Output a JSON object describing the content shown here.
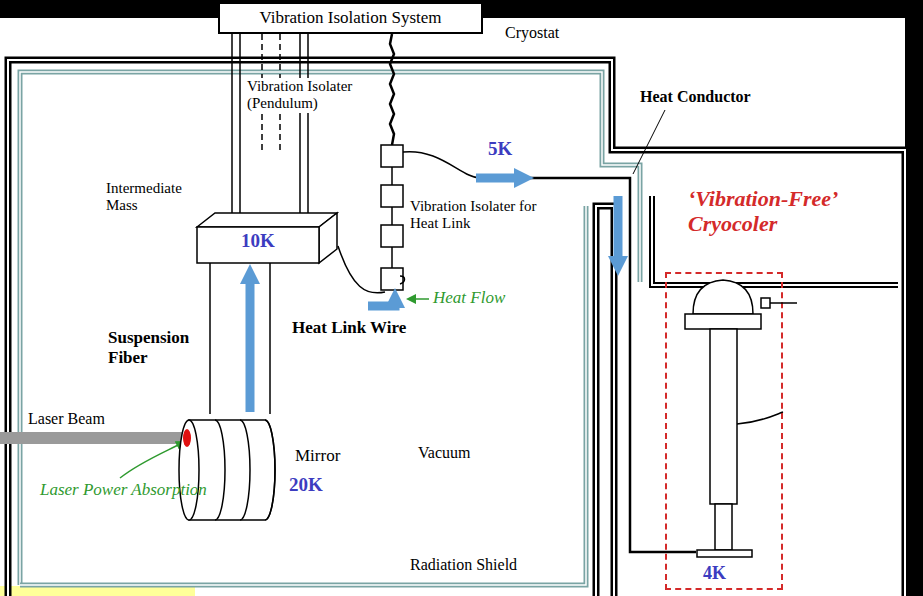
{
  "diagram": {
    "nodes": [
      {
        "text": [
          "Vibration Isolation System"
        ]
      },
      {
        "text": [
          "10K"
        ]
      },
      {
        "text": [
          "Mirror",
          "20K"
        ]
      },
      {
        "text": [
          "‘Vibration-Free’ Cryocoler",
          "4K"
        ]
      }
    ],
    "edges": [
      {
        "from": 2,
        "to": 1,
        "arrow": "to"
      }
    ],
    "labels": [
      "Cryostat",
      "Vibration Isolater (Pendulum)",
      "5K",
      "Heat Conductor",
      "Intermediate Mass",
      "Vibration Isolater for Heat Link",
      "Heat Flow",
      "Suspension Fiber",
      "Heat Link Wire",
      "Laser Beam",
      "Vacuum",
      "Laser Power Absorption",
      "Radiation Shield"
    ]
  }
}
